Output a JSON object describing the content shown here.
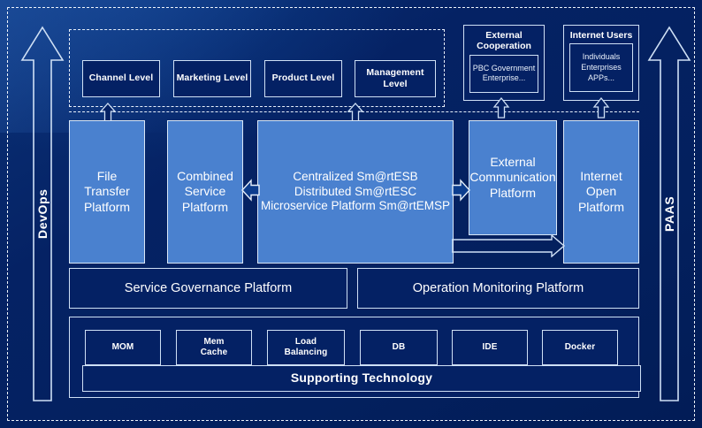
{
  "colors": {
    "background_dark": "#042164",
    "platform_blue": "#4a81cf",
    "border_light": "#cfe0f5",
    "text_white": "#ffffff"
  },
  "side_rails": {
    "left": {
      "label": "DevOps",
      "direction": "up"
    },
    "right": {
      "label": "PAAS",
      "direction": "up"
    }
  },
  "consumer_layer": {
    "levels": [
      {
        "label": "Channel Level"
      },
      {
        "label": "Marketing Level"
      },
      {
        "label": "Product Level"
      },
      {
        "label": "Management Level"
      }
    ],
    "actors": [
      {
        "title": "External\nCooperation",
        "detail": "PBC Government\nEnterprise..."
      },
      {
        "title": "Internet Users",
        "detail": "Individuals\nEnterprises\nAPPs..."
      }
    ]
  },
  "platform_layer": {
    "platforms": [
      {
        "label": "File\nTransfer\nPlatform"
      },
      {
        "label": "Combined\nService\nPlatform"
      },
      {
        "label": "Centralized Sm@rtESB\nDistributed Sm@rtESC\nMicroservice Platform Sm@rtEMSP"
      },
      {
        "label": "External\nCommunication\nPlatform"
      },
      {
        "label": "Internet\nOpen\nPlatform"
      }
    ]
  },
  "governance_layer": {
    "bars": [
      {
        "label": "Service Governance Platform"
      },
      {
        "label": "Operation Monitoring Platform"
      }
    ]
  },
  "technology_layer": {
    "chips": [
      {
        "label": "MOM"
      },
      {
        "label": "Mem\nCache"
      },
      {
        "label": "Load\nBalancing"
      },
      {
        "label": "DB"
      },
      {
        "label": "IDE"
      },
      {
        "label": "Docker"
      }
    ],
    "support_bar": {
      "label": "Supporting Technology"
    }
  }
}
